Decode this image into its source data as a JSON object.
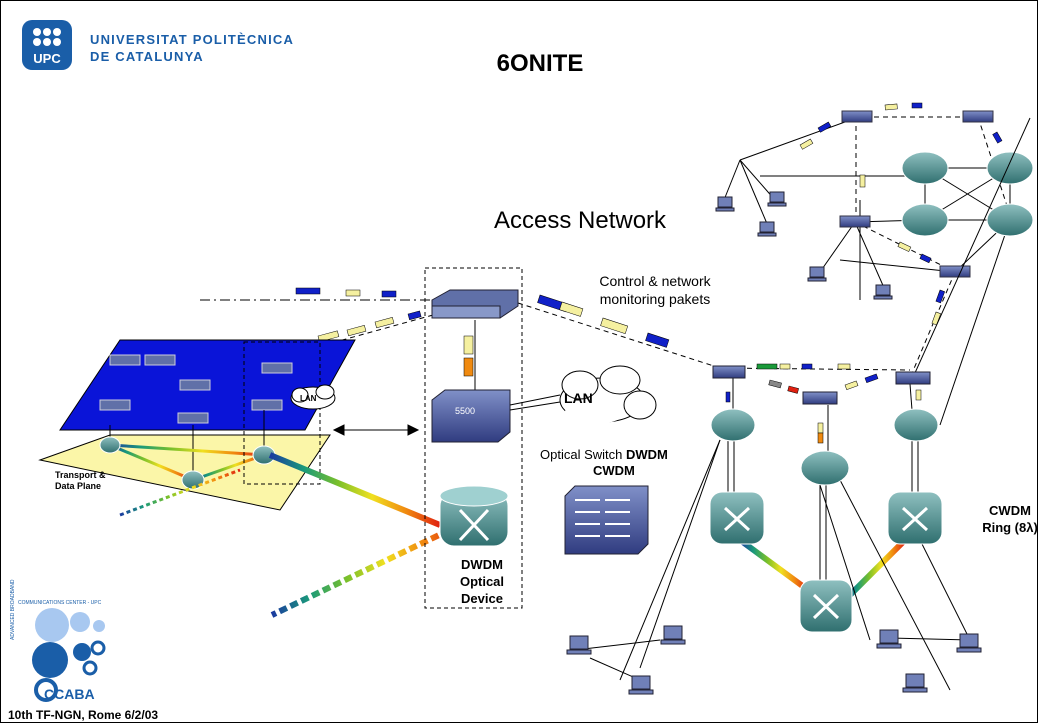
{
  "header": {
    "university_line1": "UNIVERSITAT POLITÈCNICA",
    "university_line2": "DE CATALUNYA",
    "logo_text": "UPC",
    "title": "6ONITE"
  },
  "labels": {
    "access_network": "Access Network",
    "control_line1": "Control & network",
    "control_line2": "monitoring pakets",
    "lan_main": "LAN",
    "lan_small": "LAN",
    "optical_switch": "Optical Switch ",
    "optical_switch_bold": "DWDM",
    "cwdm_overlap": "CWDM",
    "dwdm_device_line1": "DWDM",
    "dwdm_device_line2": "Optical",
    "dwdm_device_line3": "Device",
    "cwdm_ring_line1": "CWDM",
    "cwdm_ring_line2": "Ring (8λ)",
    "transport_line1": "Transport &",
    "transport_line2": "Data Plane",
    "switch_label": "5500"
  },
  "footer": {
    "ccaba_logo_text": "CCABA",
    "communications_center": "COMMUNICATIONS CENTER - UPC",
    "advanced_broadband": "ADVANCED BROADBAND",
    "event": "10th TF-NGN, Rome 6/2/03"
  },
  "colors": {
    "upc_blue": "#1a5ea8",
    "plane_blue": "#0a14d8",
    "plane_yellow": "#fbf6a8",
    "router_teal": "#4f8d8d",
    "packet_blue": "#1020c8",
    "packet_yellow": "#f5f0a0"
  }
}
